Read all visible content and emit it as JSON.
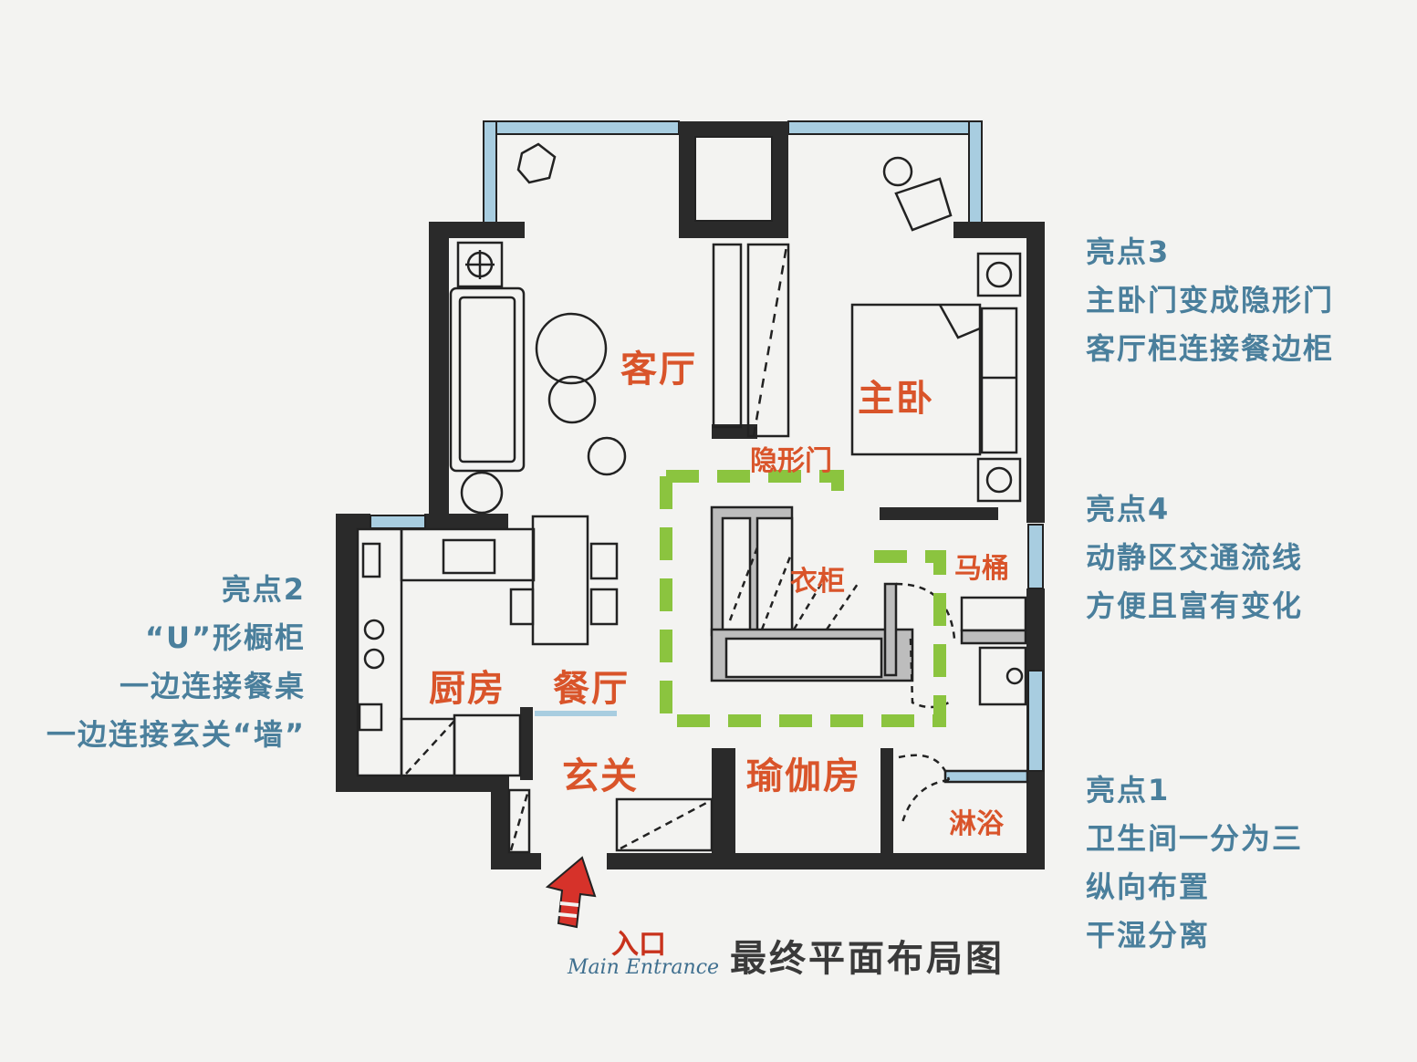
{
  "rooms": {
    "living": "客厅",
    "master_bedroom": "主卧",
    "hidden_door": "隐形门",
    "wardrobe": "衣柜",
    "toilet": "马桶",
    "kitchen": "厨房",
    "dining": "餐厅",
    "foyer": "玄关",
    "yoga": "瑜伽房",
    "shower": "淋浴"
  },
  "highlights": {
    "h3": {
      "heading": "亮点3",
      "lines": [
        "主卧门变成隐形门",
        "客厅柜连接餐边柜"
      ]
    },
    "h4": {
      "heading": "亮点4",
      "lines": [
        "动静区交通流线",
        "方便且富有变化"
      ]
    },
    "h1": {
      "heading": "亮点1",
      "lines": [
        "卫生间一分为三",
        "纵向布置",
        "干湿分离"
      ]
    },
    "h2": {
      "heading": "亮点2",
      "lines": [
        "“U”形橱柜",
        "一边连接餐桌",
        "一边连接玄关“墙”"
      ]
    }
  },
  "entrance": {
    "cn": "入口",
    "en": "Main Entrance"
  },
  "title": "最终平面布局图",
  "colors": {
    "wall": "#2a2a2a",
    "accent": "#8bc43f",
    "room_label": "#d9542a",
    "note": "#4a7f9c",
    "arrow": "#d6322a",
    "window": "#a8cde0"
  }
}
